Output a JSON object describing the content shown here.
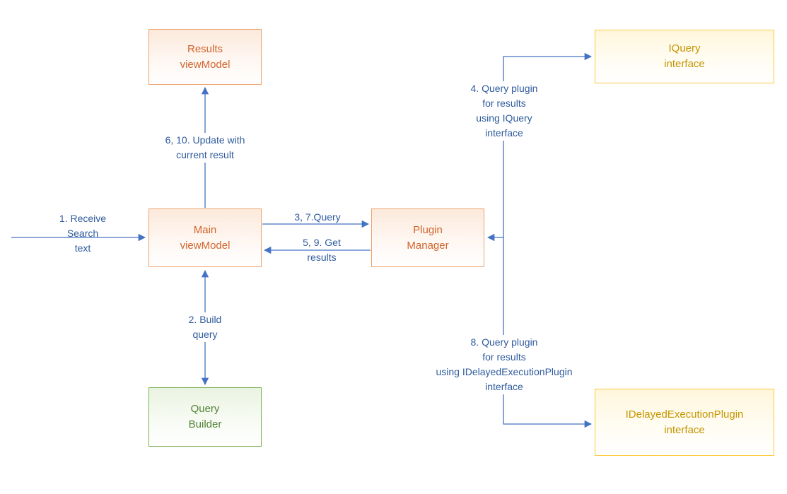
{
  "diagram": {
    "nodes": {
      "results_viewmodel": {
        "lines": [
          "Results",
          "viewModel"
        ],
        "color": "#ED7D31"
      },
      "iquery_interface": {
        "lines": [
          "IQuery",
          "interface"
        ],
        "color": "#FFC000"
      },
      "main_viewmodel": {
        "lines": [
          "Main",
          "viewModel"
        ],
        "color": "#ED7D31"
      },
      "plugin_manager": {
        "lines": [
          "Plugin",
          "Manager"
        ],
        "color": "#ED7D31"
      },
      "query_builder": {
        "lines": [
          "Query",
          "Builder"
        ],
        "color": "#70AD47"
      },
      "idelayedexecutionplugin_interface": {
        "lines": [
          "IDelayedExecutionPlugin",
          "interface"
        ],
        "color": "#FFC000"
      }
    },
    "edges": {
      "receive_search_text": {
        "lines": [
          "1. Receive",
          "Search",
          "text"
        ],
        "from": "external",
        "to": "main_viewmodel"
      },
      "update_with_current_result": {
        "lines": [
          "6, 10. Update with",
          "current result"
        ],
        "from": "main_viewmodel",
        "to": "results_viewmodel"
      },
      "query": {
        "lines": [
          "3, 7.Query"
        ],
        "from": "main_viewmodel",
        "to": "plugin_manager"
      },
      "get_results": {
        "lines": [
          "5, 9. Get",
          "results"
        ],
        "from": "plugin_manager",
        "to": "main_viewmodel"
      },
      "build_query": {
        "lines": [
          "2. Build",
          "query"
        ],
        "from": "main_viewmodel",
        "to": "query_builder",
        "bidirectional": true
      },
      "query_plugin_iquery": {
        "lines": [
          "4. Query plugin",
          "for results",
          "using IQuery",
          "interface"
        ],
        "from": "plugin_manager",
        "to": "iquery_interface"
      },
      "query_plugin_idelayed": {
        "lines": [
          "8. Query plugin",
          "for results",
          "using IDelayedExecutionPlugin",
          "interface"
        ],
        "from": "plugin_manager",
        "to": "idelayedexecutionplugin_interface"
      }
    },
    "colors": {
      "arrow": "#4472C4",
      "edge_label_text": "#2F5B9D",
      "orange_border": "#EDA26E",
      "orange_text": "#D2642C",
      "gold_border": "#FFC942",
      "gold_text": "#C49500",
      "green_border": "#79B153",
      "green_text": "#538135",
      "background": "#FFFFFF"
    }
  }
}
